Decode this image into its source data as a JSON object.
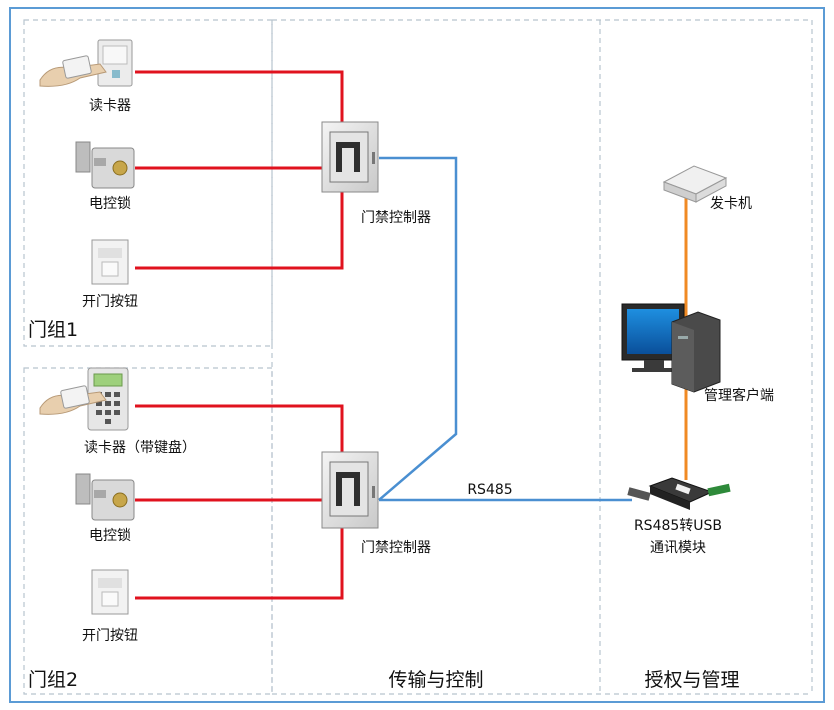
{
  "zones": {
    "group1": "门组1",
    "group2": "门组2",
    "transmission": "传输与控制",
    "management": "授权与管理"
  },
  "group1": {
    "reader": "读卡器",
    "lock": "电控锁",
    "button": "开门按钮",
    "controller": "门禁控制器"
  },
  "group2": {
    "reader": "读卡器（带键盘）",
    "lock": "电控锁",
    "button": "开门按钮",
    "controller": "门禁控制器"
  },
  "management": {
    "card_issuer": "发卡机",
    "client": "管理客户端",
    "converter_line1": "RS485转USB",
    "converter_line2": "通讯模块"
  },
  "link_label": "RS485",
  "colors": {
    "device_wire": "#e0121e",
    "bus_wire": "#4a8fd1",
    "usb_wire": "#f08a24",
    "outer_border": "#5b9bd5",
    "zone_divider": "#b8c4ce"
  }
}
